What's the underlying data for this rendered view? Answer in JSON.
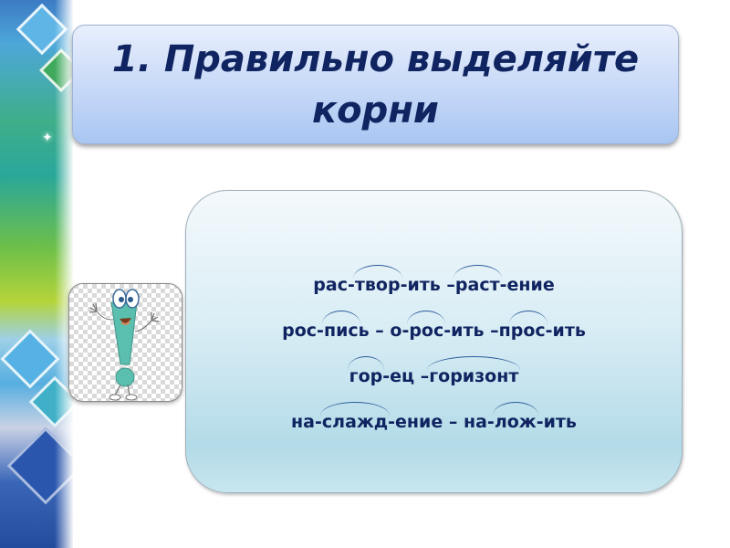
{
  "slide": {
    "title_line1": "1. Правильно выделяйте",
    "title_line2": "корни"
  },
  "mascot": {
    "icon": "exclamation-mark-character"
  },
  "exercise": {
    "lines": [
      {
        "segments": [
          {
            "text": "рас-",
            "root": false
          },
          {
            "text": "твор",
            "root": true
          },
          {
            "text": "-ить – ",
            "root": false
          },
          {
            "text": "раст",
            "root": true
          },
          {
            "text": "-ение",
            "root": false
          }
        ]
      },
      {
        "segments": [
          {
            "text": "рос-",
            "root": false
          },
          {
            "text": "пис",
            "root": true
          },
          {
            "text": "ь – о-",
            "root": false
          },
          {
            "text": "рос",
            "root": true
          },
          {
            "text": "-ить –п",
            "root": false
          },
          {
            "text": "рос",
            "root": true
          },
          {
            "text": "-ить",
            "root": false
          }
        ]
      },
      {
        "segments": [
          {
            "text": "гор",
            "root": true
          },
          {
            "text": "-ец – ",
            "root": false
          },
          {
            "text": "горизонт",
            "root": true
          }
        ]
      },
      {
        "segments": [
          {
            "text": "на-",
            "root": false
          },
          {
            "text": "слажд",
            "root": true
          },
          {
            "text": "-ение – на-",
            "root": false
          },
          {
            "text": "лож",
            "root": true
          },
          {
            "text": "-ить",
            "root": false
          }
        ]
      }
    ]
  },
  "colors": {
    "title_text": "#0f2460",
    "body_text": "#0f2460",
    "arc": "#2a5a9a",
    "title_box_top": "#e9effd",
    "title_box_bottom": "#a9c6f2",
    "content_box_top": "#f4f9fc",
    "content_box_bottom": "#b3dbe8",
    "mascot_body": "#5bbfaf"
  }
}
